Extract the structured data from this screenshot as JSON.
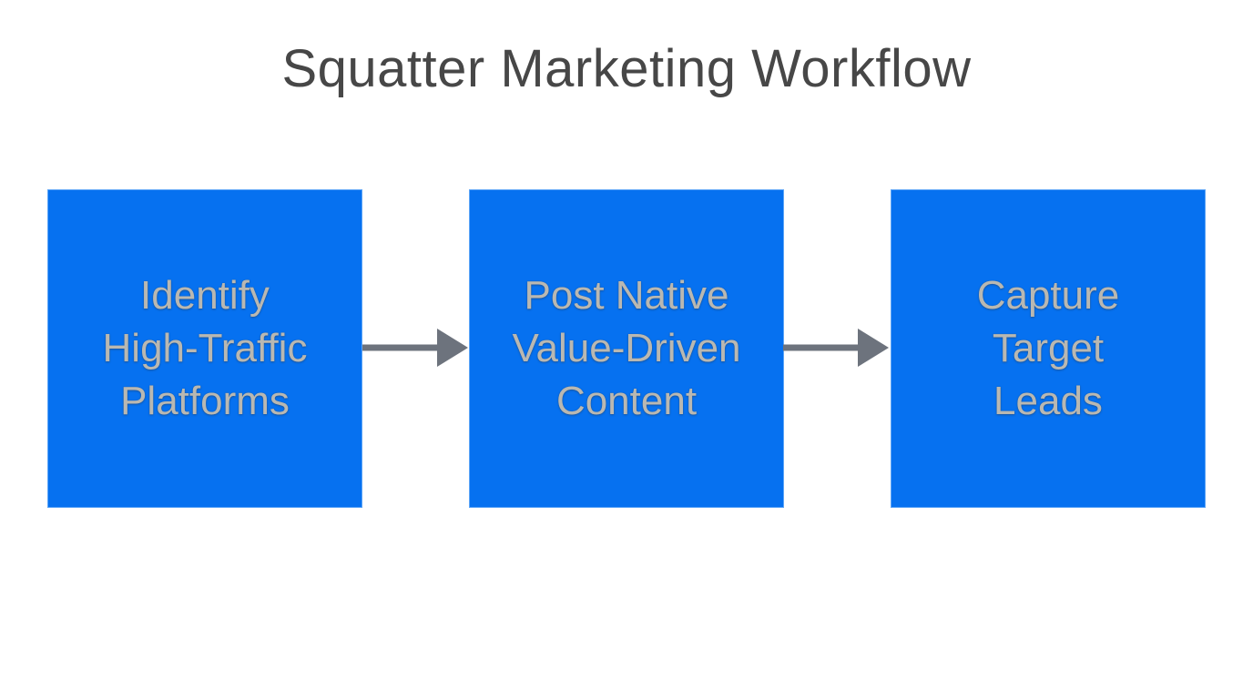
{
  "title": "Squatter Marketing Workflow",
  "colors": {
    "background": "#ffffff",
    "title-color": "#474747",
    "node-bg": "#0671f0",
    "node-text": "#b9b8b2",
    "arrow-color": "#6d737d"
  },
  "nodes": [
    {
      "id": "identify-platforms",
      "label": "Identify\nHigh-Traffic\nPlatforms"
    },
    {
      "id": "post-content",
      "label": "Post Native\nValue-Driven\nContent"
    },
    {
      "id": "capture-leads",
      "label": "Capture\nTarget\nLeads"
    }
  ],
  "connectors": [
    {
      "from": "identify-platforms",
      "to": "post-content",
      "type": "arrow-right"
    },
    {
      "from": "post-content",
      "to": "capture-leads",
      "type": "arrow-right"
    }
  ]
}
